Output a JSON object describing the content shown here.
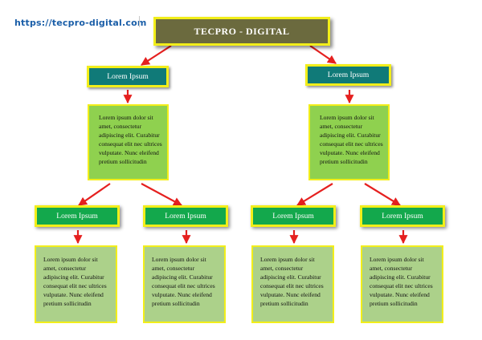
{
  "watermark": "https://tecpro-digital.com",
  "root": {
    "label": "TECPRO - DIGITAL"
  },
  "branches": [
    {
      "label": "Lorem Ipsum",
      "text": "Lorem ipsum dolor sit amet, consectetur adipiscing elit. Curabitur consequat elit nec ultrices vulputate. Nunc eleifend pretium sollicitudin",
      "children": [
        {
          "label": "Lorem Ipsum",
          "text": "Lorem ipsum dolor sit amet, consectetur adipiscing elit. Curabitur consequat elit nec ultrices vulputate. Nunc eleifend pretium sollicitudin"
        },
        {
          "label": "Lorem Ipsum",
          "text": "Lorem ipsum dolor sit amet, consectetur adipiscing elit. Curabitur consequat elit nec ultrices vulputate. Nunc eleifend pretium sollicitudin"
        }
      ]
    },
    {
      "label": "Lorem Ipsum",
      "text": "Lorem ipsum dolor sit amet, consectetur adipiscing elit. Curabitur consequat elit nec ultrices vulputate. Nunc eleifend pretium sollicitudin",
      "children": [
        {
          "label": "Lorem Ipsum",
          "text": "Lorem ipsum dolor sit amet, consectetur adipiscing elit. Curabitur consequat elit nec ultrices vulputate. Nunc eleifend pretium sollicitudin"
        },
        {
          "label": "Lorem Ipsum",
          "text": "Lorem ipsum dolor sit amet, consectetur adipiscing elit. Curabitur consequat elit nec ultrices vulputate. Nunc eleifend pretium sollicitudin"
        }
      ]
    }
  ],
  "colors": {
    "root_fill": "#6b6a3e",
    "border": "#f2ee1a",
    "level1_fill": "#107a78",
    "text_box_fill": "#8fd14f",
    "level2_fill": "#13a84c",
    "leaf_fill": "#acd18a",
    "arrow": "#e5201f"
  }
}
